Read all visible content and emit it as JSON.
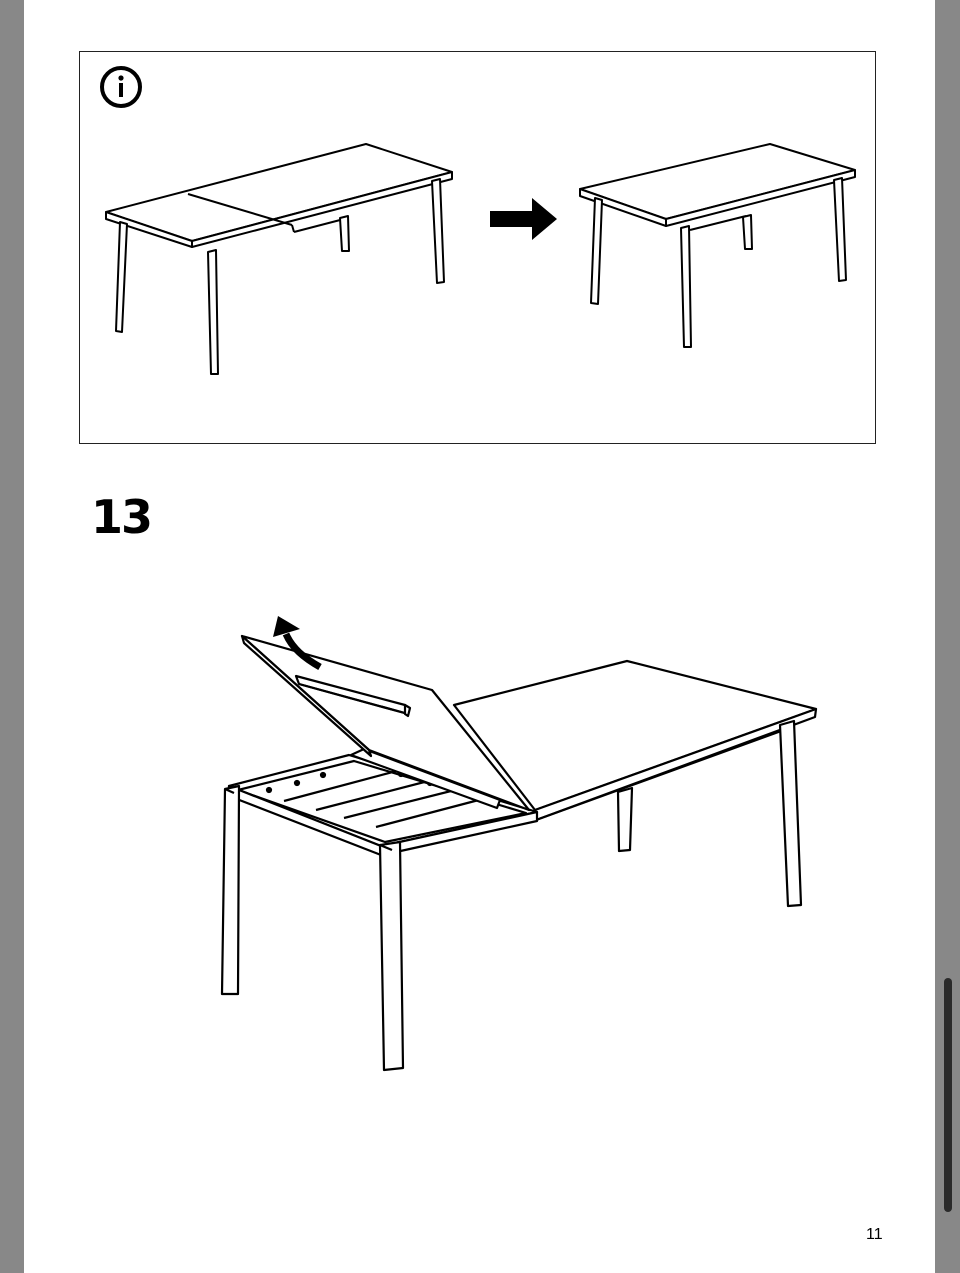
{
  "document": {
    "info_icon": "info-icon",
    "arrow_icon": "arrow-right-icon",
    "step_number": "13",
    "page_number": "11"
  },
  "illustrations": {
    "before": "extended-table",
    "after": "closed-table",
    "step": "lift-extension-leaf"
  },
  "colors": {
    "line": "#000000",
    "page": "#ffffff",
    "background": "#888888",
    "scrollbar": "#2a2a2a"
  }
}
